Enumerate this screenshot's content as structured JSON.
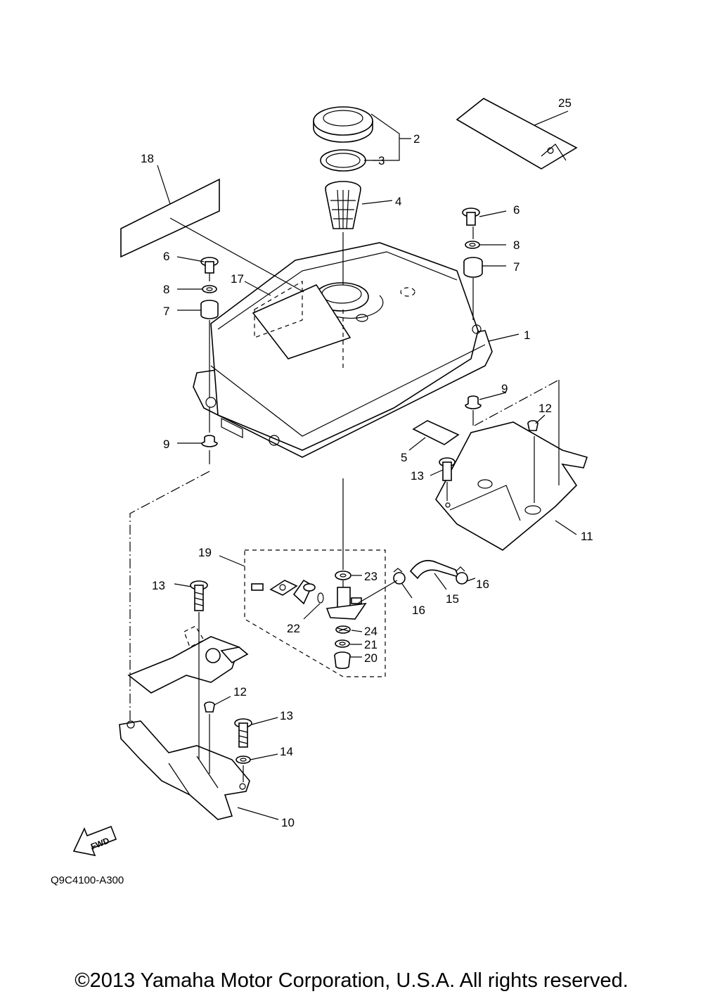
{
  "diagram": {
    "figure_code": "Q9C4100-A300",
    "fwd_label": "FWD",
    "callouts": {
      "c1": "1",
      "c2": "2",
      "c3": "3",
      "c4": "4",
      "c5": "5",
      "c6a": "6",
      "c6b": "6",
      "c7a": "7",
      "c7b": "7",
      "c8a": "8",
      "c8b": "8",
      "c9a": "9",
      "c9b": "9",
      "c10": "10",
      "c11": "11",
      "c12a": "12",
      "c12b": "12",
      "c13a": "13",
      "c13b": "13",
      "c13c": "13",
      "c14": "14",
      "c15": "15",
      "c16a": "16",
      "c16b": "16",
      "c17": "17",
      "c18": "18",
      "c19": "19",
      "c20": "20",
      "c21": "21",
      "c22": "22",
      "c23": "23",
      "c24": "24",
      "c25": "25"
    }
  },
  "footer": {
    "copyright": "©2013 Yamaha Motor Corporation, U.S.A. All rights reserved."
  }
}
